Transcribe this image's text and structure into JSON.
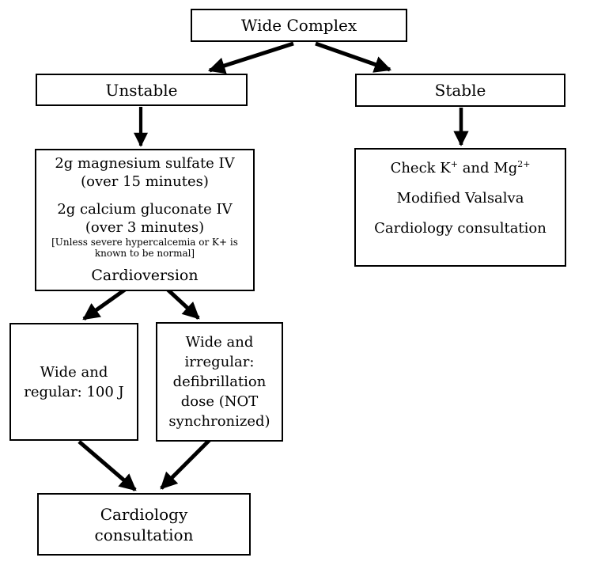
{
  "diagram": {
    "type": "flowchart",
    "colors": {
      "line": "#000000",
      "background": "#ffffff",
      "text": "#000000"
    },
    "nodes": {
      "root": {
        "label": "Wide Complex"
      },
      "unstable": {
        "label": "Unstable"
      },
      "stable": {
        "label": "Stable"
      },
      "unstable_treatment": {
        "lines": [
          "2g magnesium sulfate IV",
          "(over 15 minutes)",
          "2g calcium gluconate IV",
          "(over 3 minutes)"
        ],
        "note_lines": [
          "[Unless severe hypercalcemia or K+ is",
          "known to be normal]"
        ],
        "footer": "Cardioversion"
      },
      "stable_treatment": {
        "line1": {
          "pre": "Check K",
          "sup1": "+",
          "mid": " and Mg",
          "sup2": "2+"
        },
        "line2": "Modified Valsalva",
        "line3": "Cardiology consultation"
      },
      "wide_regular": {
        "lines": [
          "Wide and",
          "regular: 100 J"
        ]
      },
      "wide_irregular": {
        "lines": [
          "Wide and",
          "irregular:",
          "defibrillation",
          "dose (NOT",
          "synchronized)"
        ]
      },
      "final": {
        "lines": [
          "Cardiology",
          "consultation"
        ]
      }
    },
    "edges": [
      "root->unstable",
      "root->stable",
      "unstable->unstable_treatment",
      "stable->stable_treatment",
      "unstable_treatment->wide_regular",
      "unstable_treatment->wide_irregular",
      "wide_regular->final",
      "wide_irregular->final"
    ]
  }
}
